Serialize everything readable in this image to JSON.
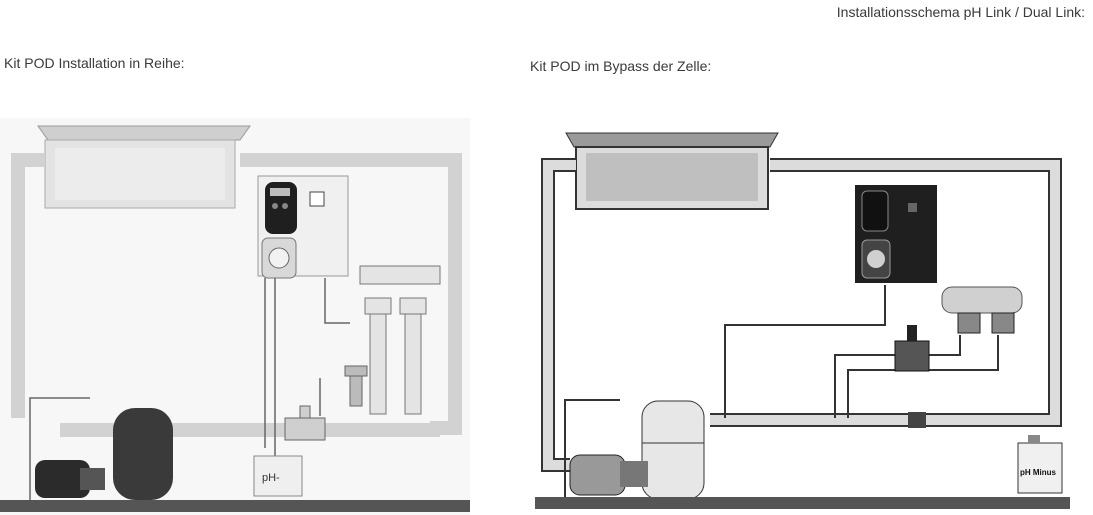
{
  "header": {
    "title": "Installationsschema pH Link / Dual Link:"
  },
  "diagrams": [
    {
      "caption": "Kit POD Installation in Reihe:",
      "ph_label": "pH-"
    },
    {
      "caption": "Kit POD im Bypass der Zelle:",
      "ph_label": "pH Minus"
    }
  ],
  "colors": {
    "pipe_light": "#d4d4d4",
    "pipe_dark": "#4a4a4a",
    "ground": "#555555",
    "device": "#1f1f1f"
  }
}
